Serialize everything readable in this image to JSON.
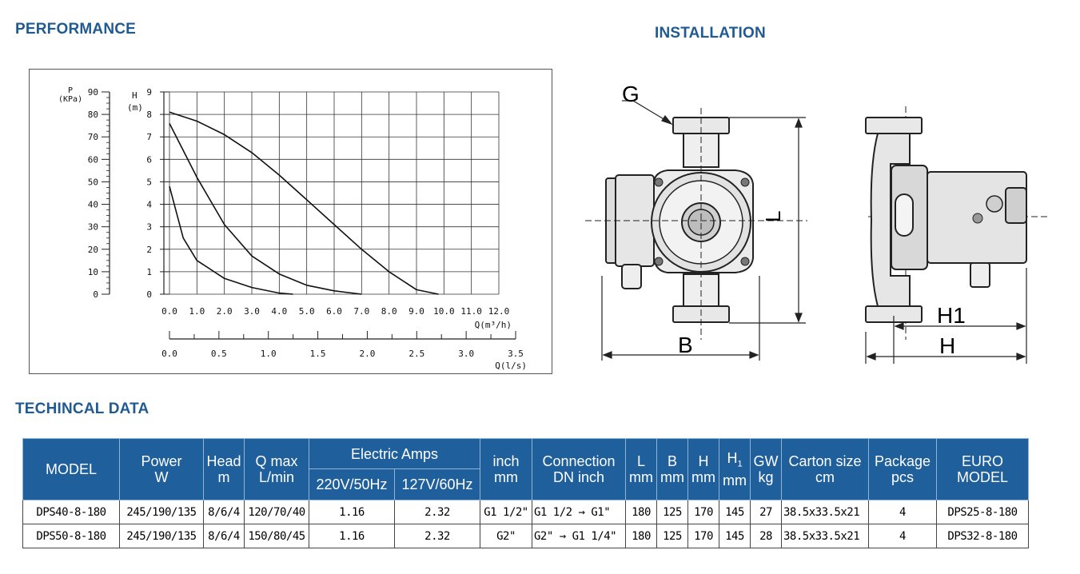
{
  "headings": {
    "performance": "PERFORMANCE",
    "installation": "INSTALLATION",
    "technical": "TECHINCAL DATA"
  },
  "chart_data": {
    "type": "line",
    "title": "",
    "y_axes": [
      {
        "label": "P",
        "unit": "(KPa)",
        "ticks": [
          0,
          10,
          20,
          30,
          40,
          50,
          60,
          70,
          80,
          90
        ]
      },
      {
        "label": "H",
        "unit": "(m)",
        "ticks": [
          0,
          1,
          2,
          3,
          4,
          5,
          6,
          7,
          8,
          9
        ],
        "ylim": [
          0,
          9
        ]
      }
    ],
    "x_axes": [
      {
        "label": "Q(m³/h)",
        "ticks": [
          "0.0",
          "1.0",
          "2.0",
          "3.0",
          "4.0",
          "5.0",
          "6.0",
          "7.0",
          "8.0",
          "9.0",
          "10.0",
          "11.0",
          "12.0"
        ],
        "xlim": [
          0,
          12
        ]
      },
      {
        "label": "Q(l/s)",
        "ticks": [
          "0.0",
          "0.5",
          "1.0",
          "1.5",
          "2.0",
          "2.5",
          "3.0",
          "3.5"
        ],
        "xlim": [
          0,
          3.5
        ]
      }
    ],
    "grid": true,
    "series": [
      {
        "x": [
          0,
          1,
          2,
          3,
          4,
          5,
          6,
          7,
          8,
          9,
          9.8
        ],
        "y": [
          8.1,
          7.7,
          7.1,
          6.3,
          5.3,
          4.2,
          3.1,
          2.0,
          1.0,
          0.2,
          0
        ]
      },
      {
        "x": [
          0,
          1,
          2,
          3,
          4,
          5,
          6,
          7
        ],
        "y": [
          7.6,
          5.2,
          3.1,
          1.7,
          0.9,
          0.4,
          0.15,
          0
        ]
      },
      {
        "x": [
          0,
          0.5,
          1,
          2,
          3,
          4,
          4.5
        ],
        "y": [
          4.8,
          2.5,
          1.5,
          0.7,
          0.3,
          0.05,
          0
        ]
      }
    ]
  },
  "installation": {
    "labels": {
      "g": "G",
      "l": "L",
      "b": "B",
      "h1": "H1",
      "h": "H"
    }
  },
  "table": {
    "headers": {
      "model": "MODEL",
      "power": "Power",
      "power_unit": "W",
      "head": "Head",
      "head_unit": "m",
      "qmax": "Q max",
      "qmax_unit": "L/min",
      "amps": "Electric Amps",
      "amps_220": "220V/50Hz",
      "amps_127": "127V/60Hz",
      "inch": "inch",
      "inch_unit": "mm",
      "connection": "Connection",
      "connection_unit": "DN inch",
      "l": "L",
      "b": "B",
      "h": "H",
      "h1": "H",
      "h1_sub": "1",
      "mm": "mm",
      "gw": "GW",
      "gw_unit": "kg",
      "carton": "Carton size",
      "carton_unit": "cm",
      "package": "Package",
      "package_unit": "pcs",
      "euro": "EURO",
      "euro_unit": "MODEL"
    },
    "rows": [
      {
        "model": "DPS40-8-180",
        "power": "245/190/135",
        "head": "8/6/4",
        "qmax": "120/70/40",
        "a220": "1.16",
        "a127": "2.32",
        "inch": "G1 1/2\"",
        "connection": "G1 1/2 → G1\"",
        "l": "180",
        "b": "125",
        "h": "170",
        "h1": "145",
        "gw": "27",
        "carton": "38.5x33.5x21",
        "package": "4",
        "euro": "DPS25-8-180"
      },
      {
        "model": "DPS50-8-180",
        "power": "245/190/135",
        "head": "8/6/4",
        "qmax": "150/80/45",
        "a220": "1.16",
        "a127": "2.32",
        "inch": "G2\"",
        "connection": "G2\" → G1 1/4\"",
        "l": "180",
        "b": "125",
        "h": "170",
        "h1": "145",
        "gw": "28",
        "carton": "38.5x33.5x21",
        "package": "4",
        "euro": "DPS32-8-180"
      }
    ]
  }
}
